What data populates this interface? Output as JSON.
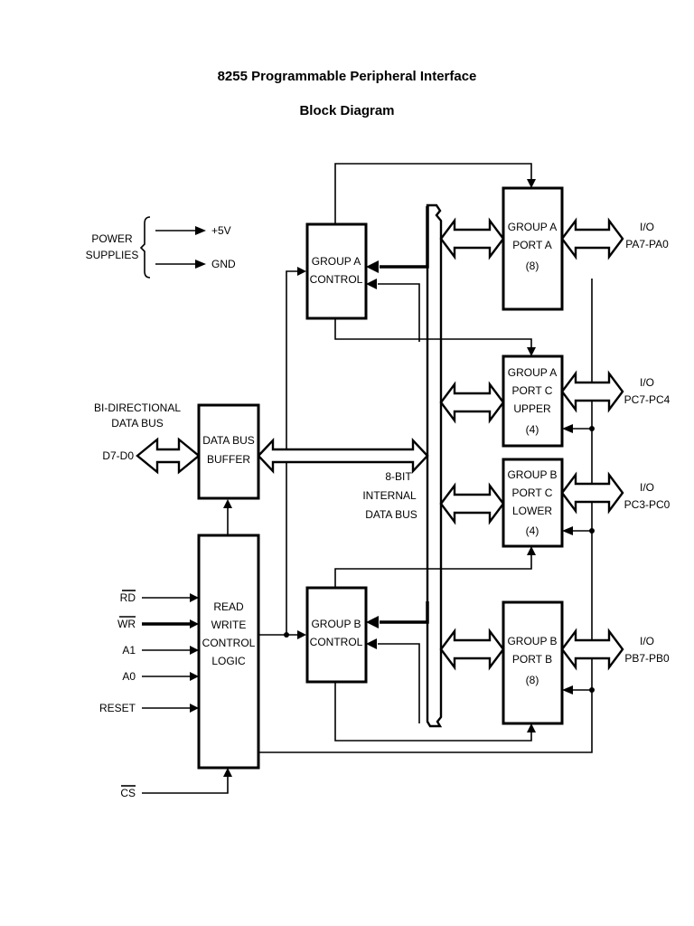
{
  "title_line1": "8255 Programmable Peripheral Interface",
  "title_line2": "Block Diagram",
  "power": {
    "label": [
      "POWER",
      "SUPPLIES"
    ],
    "vcc": "+5V",
    "gnd": "GND"
  },
  "data_bus": {
    "label": [
      "BI-DIRECTIONAL",
      "DATA BUS"
    ],
    "pins": "D7-D0"
  },
  "internal_bus": [
    "8-BIT",
    "INTERNAL",
    "DATA BUS"
  ],
  "blocks": {
    "data_bus_buffer": [
      "DATA BUS",
      "BUFFER"
    ],
    "rw_control": [
      "READ",
      "WRITE",
      "CONTROL",
      "LOGIC"
    ],
    "group_a_control": [
      "GROUP A",
      "CONTROL"
    ],
    "group_b_control": [
      "GROUP B",
      "CONTROL"
    ],
    "port_a": [
      "GROUP A",
      "PORT A",
      "(8)"
    ],
    "port_c_upper": [
      "GROUP A",
      "PORT C",
      "UPPER",
      "(4)"
    ],
    "port_c_lower": [
      "GROUP B",
      "PORT C",
      "LOWER",
      "(4)"
    ],
    "port_b": [
      "GROUP B",
      "PORT B",
      "(8)"
    ]
  },
  "control_inputs": {
    "rd": "RD",
    "wr": "WR",
    "a1": "A1",
    "a0": "A0",
    "reset": "RESET",
    "cs": "CS"
  },
  "io_labels": {
    "pa": [
      "I/O",
      "PA7-PA0"
    ],
    "pcu": [
      "I/O",
      "PC7-PC4"
    ],
    "pcl": [
      "I/O",
      "PC3-PC0"
    ],
    "pb": [
      "I/O",
      "PB7-PB0"
    ]
  }
}
